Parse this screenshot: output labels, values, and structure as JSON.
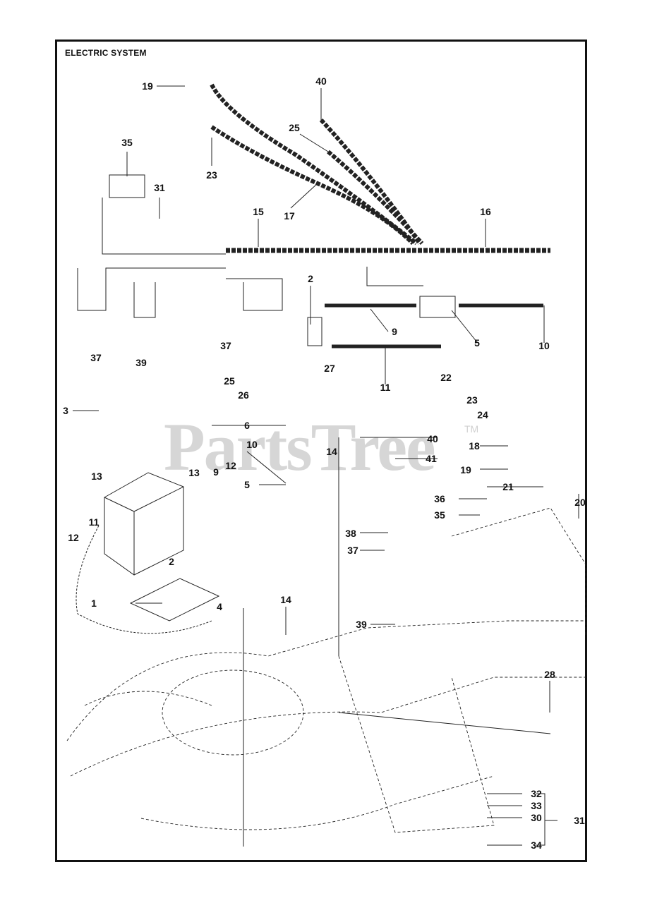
{
  "title": "ELECTRIC SYSTEM",
  "watermark": {
    "text": "PartsTree",
    "tm": "TM"
  },
  "callouts": [
    {
      "id": "c19a",
      "text": "19"
    },
    {
      "id": "c40a",
      "text": "40"
    },
    {
      "id": "c25a",
      "text": "25"
    },
    {
      "id": "c23a",
      "text": "23"
    },
    {
      "id": "c35a",
      "text": "35"
    },
    {
      "id": "c31a",
      "text": "31"
    },
    {
      "id": "c17",
      "text": "17"
    },
    {
      "id": "c15",
      "text": "15"
    },
    {
      "id": "c16",
      "text": "16"
    },
    {
      "id": "c2a",
      "text": "2"
    },
    {
      "id": "c9a",
      "text": "9"
    },
    {
      "id": "c5a",
      "text": "5"
    },
    {
      "id": "c10a",
      "text": "10"
    },
    {
      "id": "c11a",
      "text": "11"
    },
    {
      "id": "c37a",
      "text": "37"
    },
    {
      "id": "c39a",
      "text": "39"
    },
    {
      "id": "c37b",
      "text": "37"
    },
    {
      "id": "c27",
      "text": "27"
    },
    {
      "id": "c25b",
      "text": "25"
    },
    {
      "id": "c26",
      "text": "26"
    },
    {
      "id": "c22",
      "text": "22"
    },
    {
      "id": "c23b",
      "text": "23"
    },
    {
      "id": "c24",
      "text": "24"
    },
    {
      "id": "c3",
      "text": "3"
    },
    {
      "id": "c6",
      "text": "6"
    },
    {
      "id": "c10b",
      "text": "10"
    },
    {
      "id": "c14a",
      "text": "14"
    },
    {
      "id": "c40b",
      "text": "40"
    },
    {
      "id": "c41",
      "text": "41"
    },
    {
      "id": "c18",
      "text": "18"
    },
    {
      "id": "c19b",
      "text": "19"
    },
    {
      "id": "c13a",
      "text": "13"
    },
    {
      "id": "c13b",
      "text": "13"
    },
    {
      "id": "c12a",
      "text": "12"
    },
    {
      "id": "c9b",
      "text": "9"
    },
    {
      "id": "c5b",
      "text": "5"
    },
    {
      "id": "c21",
      "text": "21"
    },
    {
      "id": "c20",
      "text": "20"
    },
    {
      "id": "c11b",
      "text": "11"
    },
    {
      "id": "c12b",
      "text": "12"
    },
    {
      "id": "c2b",
      "text": "2"
    },
    {
      "id": "c36",
      "text": "36"
    },
    {
      "id": "c35b",
      "text": "35"
    },
    {
      "id": "c38",
      "text": "38"
    },
    {
      "id": "c37c",
      "text": "37"
    },
    {
      "id": "c1",
      "text": "1"
    },
    {
      "id": "c4",
      "text": "4"
    },
    {
      "id": "c14b",
      "text": "14"
    },
    {
      "id": "c39b",
      "text": "39"
    },
    {
      "id": "c28",
      "text": "28"
    },
    {
      "id": "c32",
      "text": "32"
    },
    {
      "id": "c33",
      "text": "33"
    },
    {
      "id": "c30",
      "text": "30"
    },
    {
      "id": "c31b",
      "text": "31"
    },
    {
      "id": "c34",
      "text": "34"
    }
  ]
}
